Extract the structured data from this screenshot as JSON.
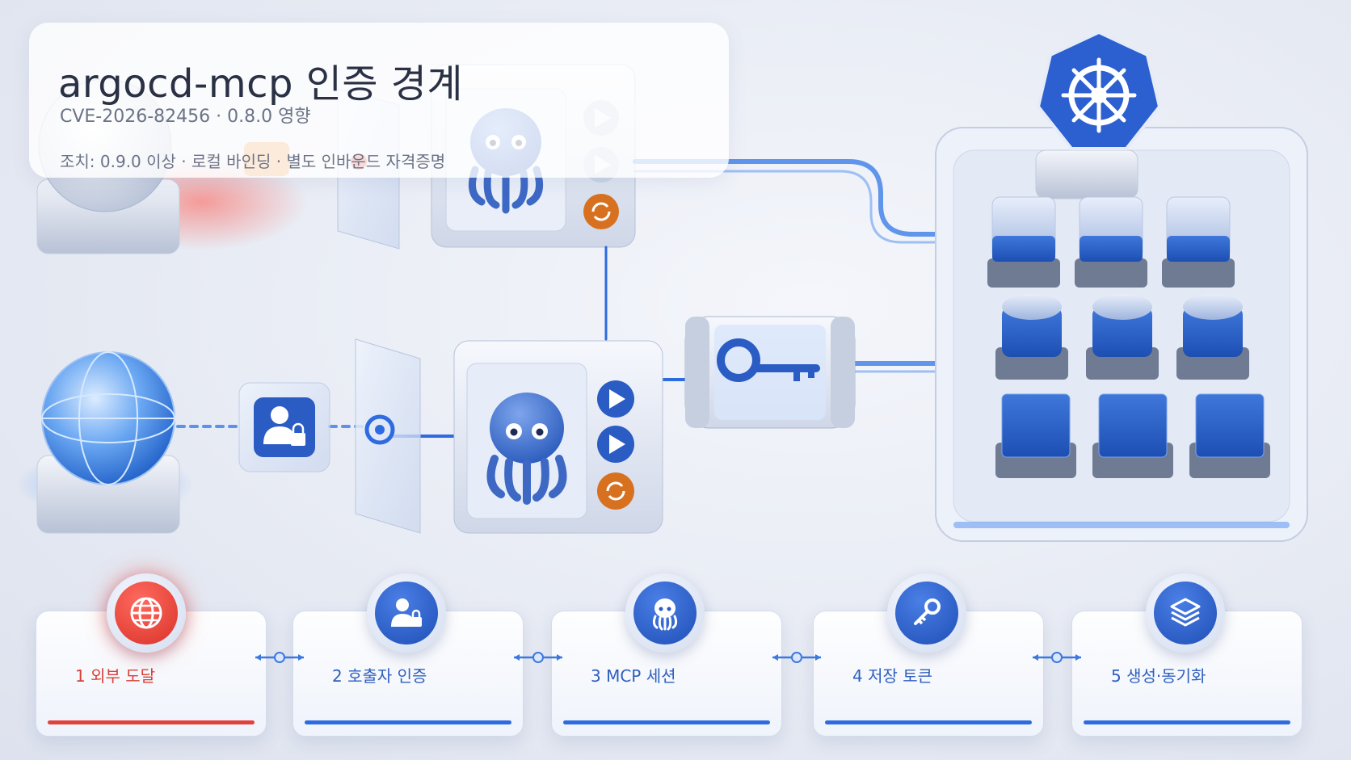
{
  "header": {
    "title": "argocd-mcp 인증 경계",
    "subtitle": "CVE-2026-82456 · 0.8.0 영향",
    "action": "조치: 0.9.0 이상 · 로컬 바인딩 · 별도 인바운드 자격증명"
  },
  "steps": [
    {
      "label": "1 외부 도달",
      "icon": "globe-icon",
      "status": "alert"
    },
    {
      "label": "2 호출자 인증",
      "icon": "user-lock-icon",
      "status": "normal"
    },
    {
      "label": "3 MCP 세션",
      "icon": "octopus-icon",
      "status": "normal"
    },
    {
      "label": "4 저장 토큰",
      "icon": "key-icon",
      "status": "normal"
    },
    {
      "label": "5 생성·동기화",
      "icon": "layers-icon",
      "status": "normal"
    }
  ],
  "colors": {
    "accent": "#2e6be0",
    "alert": "#e2413a",
    "kubernetes": "#2c5fd0"
  }
}
